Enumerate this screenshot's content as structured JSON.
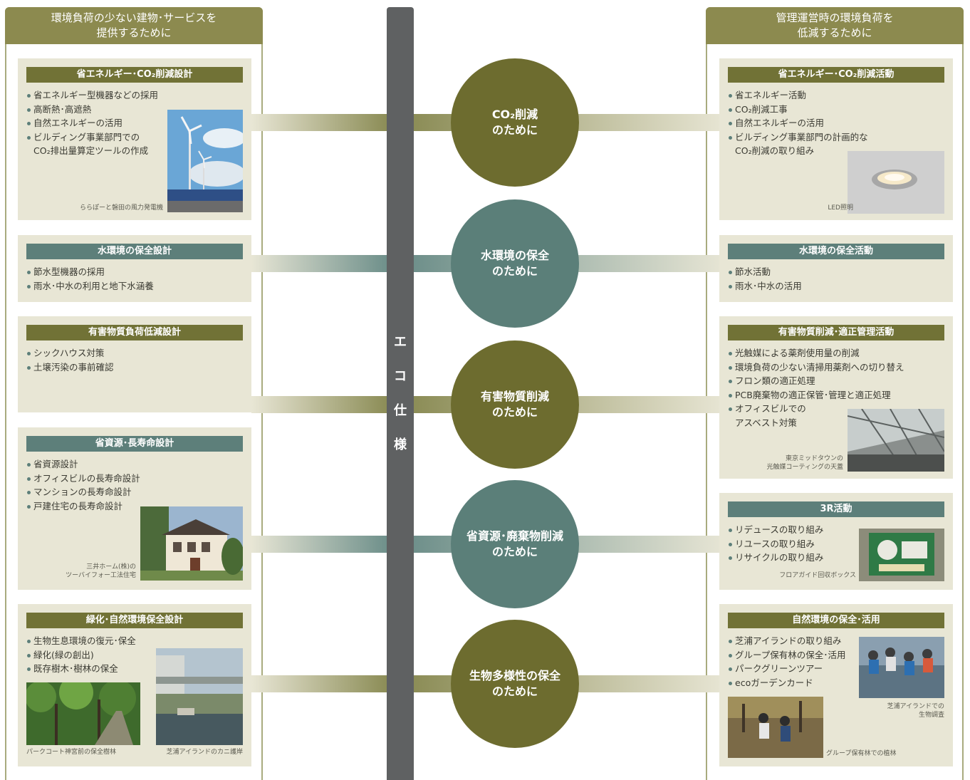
{
  "left_header": {
    "line1": "環境負荷の少ない建物･サービスを",
    "line2": "提供するために"
  },
  "right_header": {
    "line1": "管理運営時の環境負荷を",
    "line2": "低減するために"
  },
  "spine": {
    "chars": [
      "エ",
      "コ",
      "仕",
      "様"
    ]
  },
  "circles": [
    {
      "line1": "CO₂削減",
      "line2": "のために"
    },
    {
      "line1": "水環境の保全",
      "line2": "のために"
    },
    {
      "line1": "有害物質削減",
      "line2": "のために"
    },
    {
      "line1": "省資源･廃棄物削減",
      "line2": "のために"
    },
    {
      "line1": "生物多様性の保全",
      "line2": "のために"
    }
  ],
  "left_cards": [
    {
      "title": "省エネルギー･CO₂削減設計",
      "items": [
        "省エネルギー型機器などの採用",
        "高断熱･高遮熱",
        "自然エネルギーの活用",
        "ビルディング事業部門での"
      ],
      "item4_sub": "CO₂排出量算定ツールの作成",
      "caption": "ららぽーと磐田の風力発電機"
    },
    {
      "title": "水環境の保全設計",
      "items": [
        "節水型機器の採用",
        "雨水･中水の利用と地下水涵養"
      ]
    },
    {
      "title": "有害物質負荷低減設計",
      "items": [
        "シックハウス対策",
        "土壌汚染の事前確認"
      ]
    },
    {
      "title": "省資源･長寿命設計",
      "items": [
        "省資源設計",
        "オフィスビルの長寿命設計",
        "マンションの長寿命設計",
        "戸建住宅の長寿命設計"
      ],
      "caption1": "三井ホーム(株)の",
      "caption2": "ツーバイフォー工法住宅"
    },
    {
      "title": "緑化･自然環境保全設計",
      "items": [
        "生物生息環境の復元･保全",
        "緑化(緑の創出)",
        "既存樹木･樹林の保全"
      ],
      "caption_a": "パークコート神宮前の保全樹林",
      "caption_b": "芝浦アイランドのカニ護岸"
    }
  ],
  "right_cards": [
    {
      "title": "省エネルギー･CO₂削減活動",
      "items": [
        "省エネルギー活動",
        "CO₂削減工事",
        "自然エネルギーの活用",
        "ビルディング事業部門の計画的な"
      ],
      "item4_sub": "CO₂削減の取り組み",
      "caption": "LED照明"
    },
    {
      "title": "水環境の保全活動",
      "items": [
        "節水活動",
        "雨水･中水の活用"
      ]
    },
    {
      "title": "有害物質削減･適正管理活動",
      "items": [
        "光触媒による薬剤使用量の削減",
        "環境負荷の少ない清掃用薬剤への切り替え",
        "フロン類の適正処理",
        "PCB廃棄物の適正保管･管理と適正処理",
        "オフィスビルでの"
      ],
      "item5_sub": "アスベスト対策",
      "caption1": "東京ミッドタウンの",
      "caption2": "光触媒コーティングの天蓋"
    },
    {
      "title": "3R活動",
      "items": [
        "リデュースの取り組み",
        "リユースの取り組み",
        "リサイクルの取り組み"
      ],
      "caption": "フロアガイド回収ボックス"
    },
    {
      "title": "自然環境の保全･活用",
      "items": [
        "芝浦アイランドの取り組み",
        "グループ保有林の保全･活用",
        "パークグリーンツアー",
        "ecoガーデンカード"
      ],
      "caption1": "芝浦アイランドでの",
      "caption2": "生物調査",
      "caption3": "グループ保有林での植林"
    }
  ]
}
